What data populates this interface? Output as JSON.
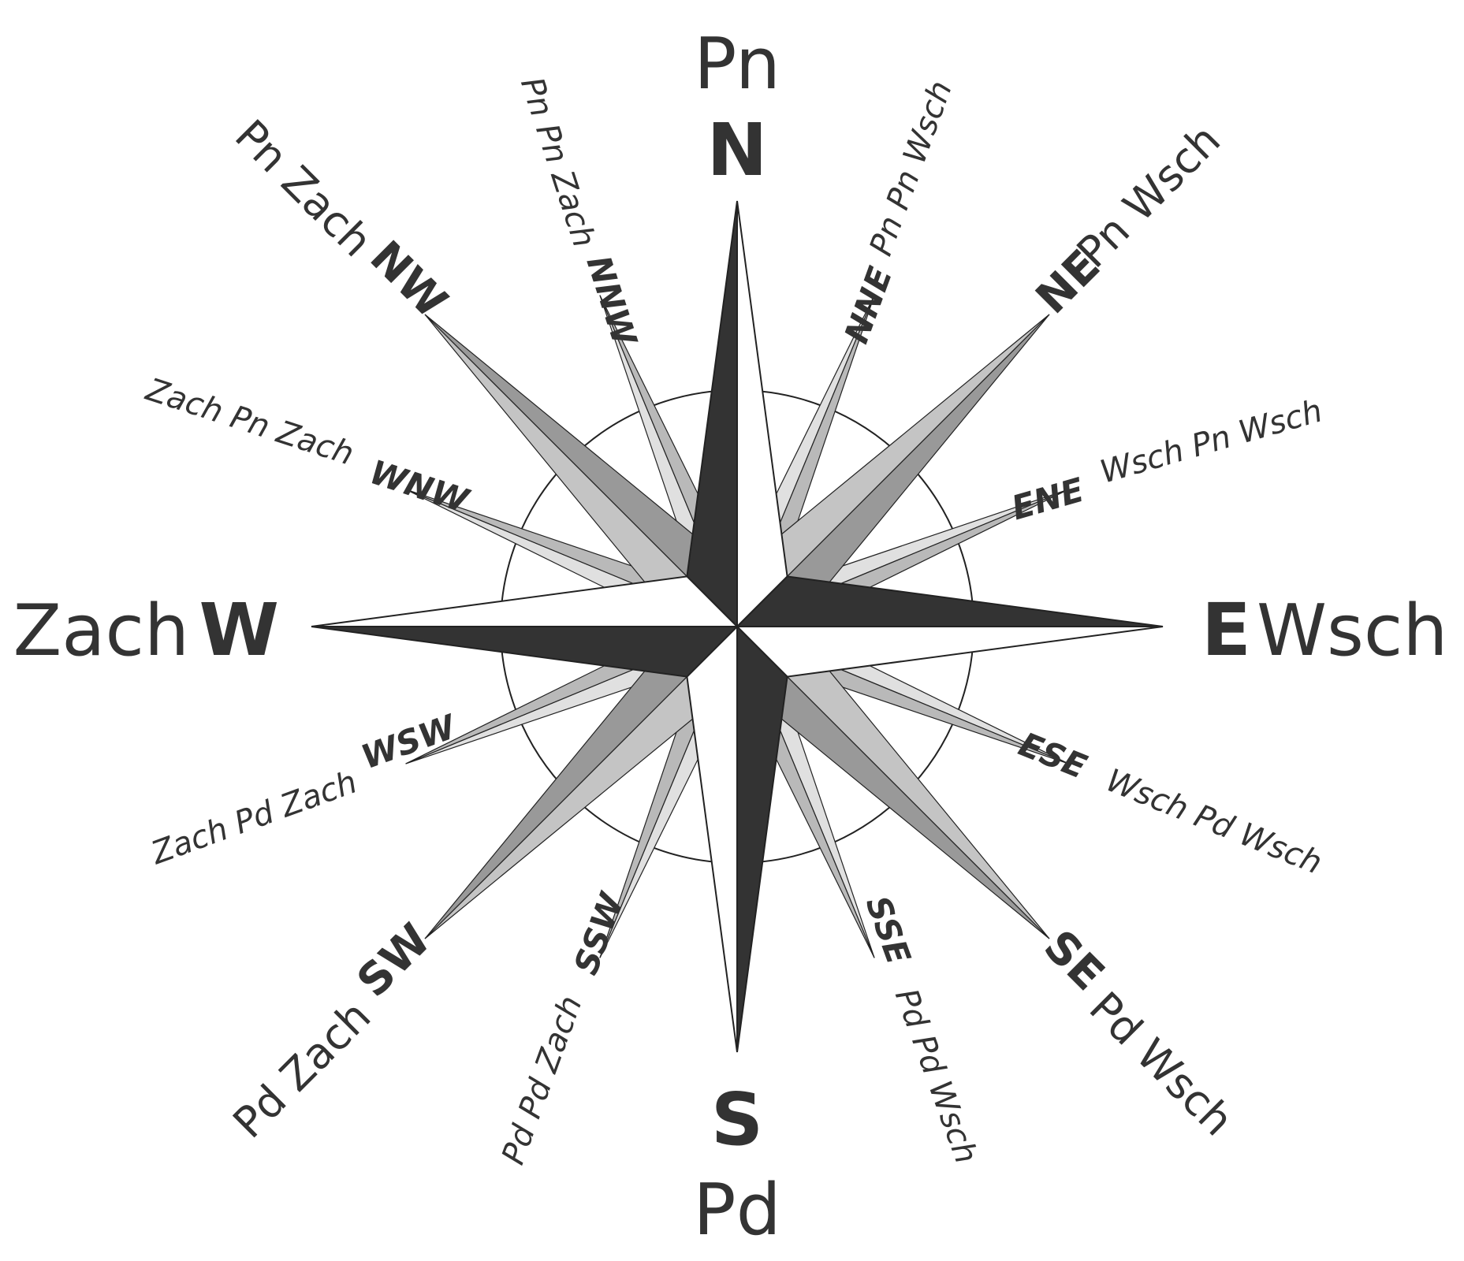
{
  "colors": {
    "dark": "#333333",
    "white": "#ffffff",
    "outline": "#222222",
    "inter_dark": "#999999",
    "inter_light": "#c4c4c4",
    "minor_dark": "#b9b9b9",
    "minor_light": "#e0e0e0",
    "text": "#333333"
  },
  "directions": {
    "n": {
      "code": "N",
      "name": "Pn"
    },
    "nne": {
      "code": "NNE",
      "name": "Pn Pn Wsch"
    },
    "ne": {
      "code": "NE",
      "name": "Pn Wsch"
    },
    "ene": {
      "code": "ENE",
      "name": "Wsch Pn Wsch"
    },
    "e": {
      "code": "E",
      "name": "Wsch"
    },
    "ese": {
      "code": "ESE",
      "name": "Wsch Pd Wsch"
    },
    "se": {
      "code": "SE",
      "name": "Pd Wsch"
    },
    "sse": {
      "code": "SSE",
      "name": "Pd Pd Wsch"
    },
    "s": {
      "code": "S",
      "name": "Pd"
    },
    "ssw": {
      "code": "SSW",
      "name": "Pd Pd Zach"
    },
    "sw": {
      "code": "SW",
      "name": "Pd Zach"
    },
    "wsw": {
      "code": "WSW",
      "name": "Zach Pd Zach"
    },
    "w": {
      "code": "W",
      "name": "Zach"
    },
    "wnw": {
      "code": "WNW",
      "name": "Zach Pn Zach"
    },
    "nw": {
      "code": "NW",
      "name": "Pn Zach"
    },
    "nnw": {
      "code": "NNW",
      "name": "Pn Pn Zach"
    }
  }
}
